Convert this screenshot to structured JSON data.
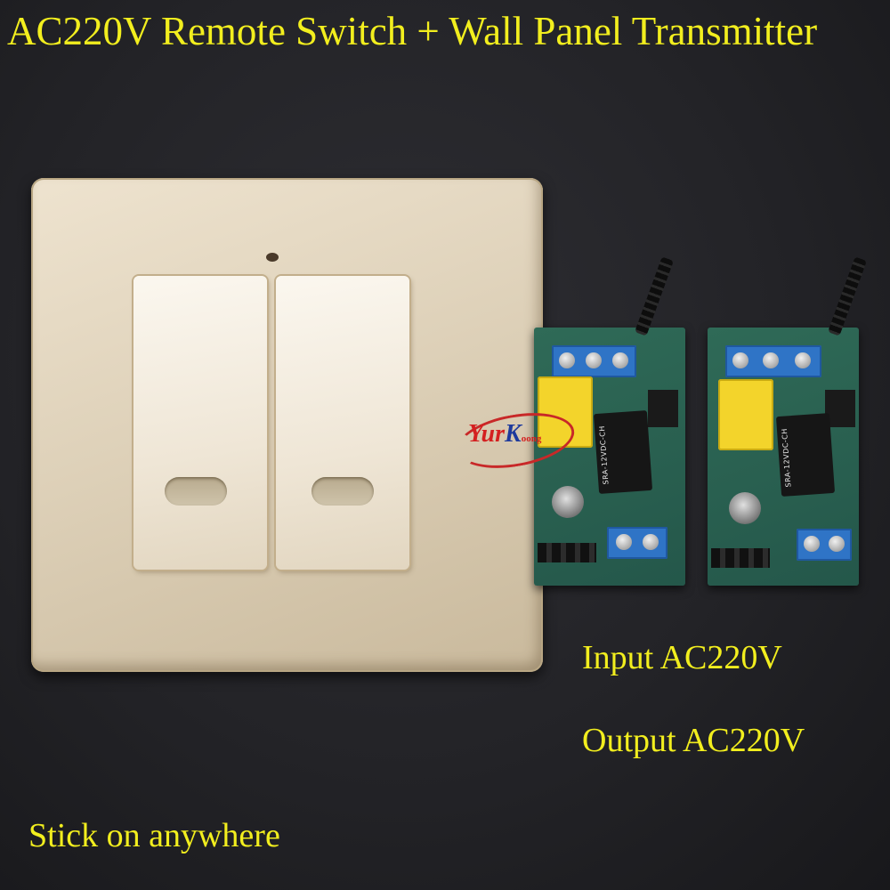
{
  "title": "AC220V Remote Switch + Wall Panel Transmitter",
  "captions": {
    "input": "Input AC220V",
    "output": "Output AC220V",
    "stick": "Stick on anywhere"
  },
  "logo_text": "YurKoong",
  "relay_label": "SRA-12VDC-CH",
  "colors": {
    "caption_yellow": "#f2ee1e",
    "background": "#1e1e22",
    "panel": "#e2d5bf",
    "board_green": "#2a6050",
    "terminal_blue": "#2f74c6"
  }
}
